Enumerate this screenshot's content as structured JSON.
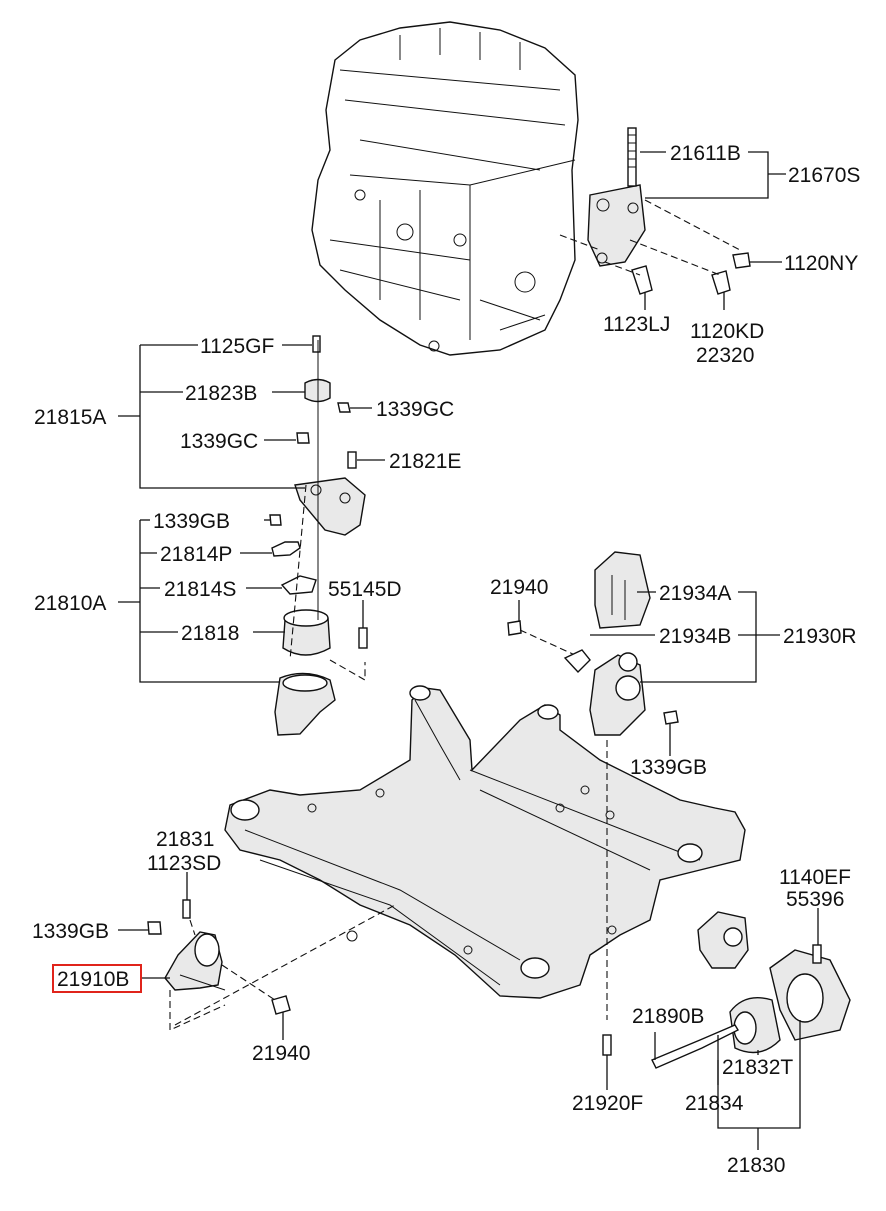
{
  "highlight_color": "#e0241b",
  "labels": {
    "p21611B": "21611B",
    "p21670S": "21670S",
    "p1120NY": "1120NY",
    "p1123LJ": "1123LJ",
    "p1120KD": "1120KD",
    "p22320": "22320",
    "p1125GF": "1125GF",
    "p21823B": "21823B",
    "p21815A": "21815A",
    "p1339GC_r": "1339GC",
    "p1339GC_l": "1339GC",
    "p21821E": "21821E",
    "p1339GB_top": "1339GB",
    "p21814P": "21814P",
    "p21810A": "21810A",
    "p21814S": "21814S",
    "p55145D": "55145D",
    "p21818": "21818",
    "p21940_top": "21940",
    "p21934A": "21934A",
    "p21934B": "21934B",
    "p21930R": "21930R",
    "p1339GB_mid": "1339GB",
    "p21831": "21831",
    "p1123SD": "1123SD",
    "p1339GB_left": "1339GB",
    "p21910B": "21910B",
    "p21940_bot": "21940",
    "p1140EF": "1140EF",
    "p55396": "55396",
    "p21890B": "21890B",
    "p21832T": "21832T",
    "p21920F": "21920F",
    "p21834": "21834",
    "p21830": "21830"
  }
}
